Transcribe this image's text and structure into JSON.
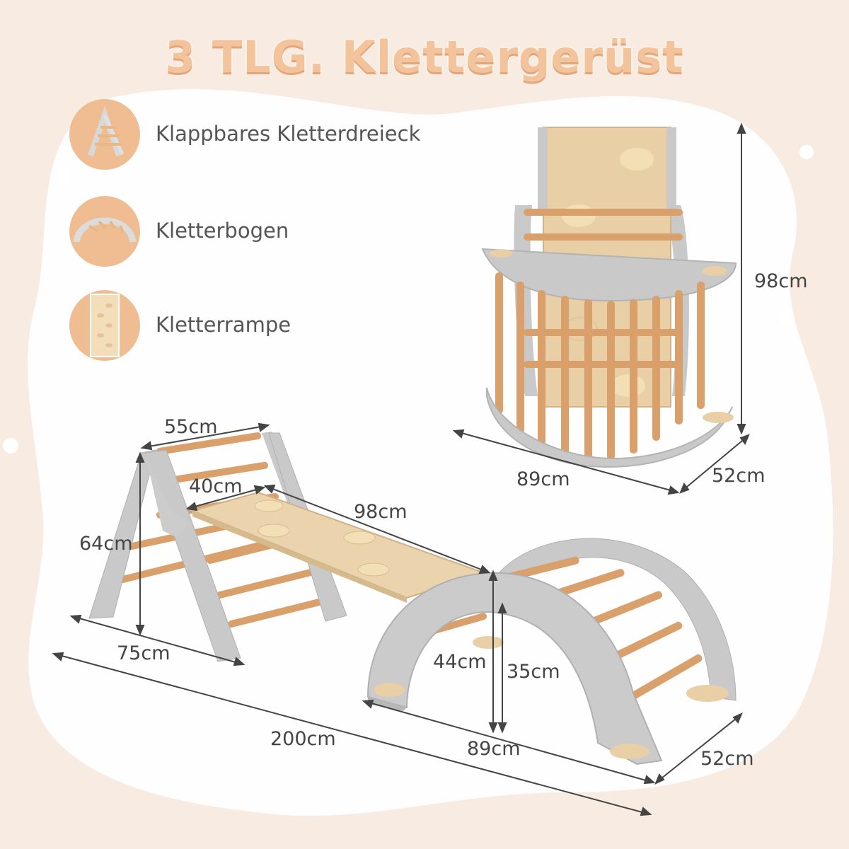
{
  "title": "3 TLG. Klettergerüst",
  "features": [
    {
      "icon": "climbing-triangle-icon",
      "label": "Klappbares Kletterdreieck"
    },
    {
      "icon": "climbing-arch-icon",
      "label": "Kletterbogen"
    },
    {
      "icon": "climbing-ramp-icon",
      "label": "Kletterrampe"
    }
  ],
  "dimensions": {
    "stacked_height": "98cm",
    "stacked_length": "89cm",
    "stacked_depth": "52cm",
    "triangle_width": "55cm",
    "triangle_inner": "40cm",
    "triangle_height": "64cm",
    "triangle_depth": "75cm",
    "ramp_length": "98cm",
    "arch_height": "44cm",
    "arch_inner_height": "35cm",
    "arch_length": "89cm",
    "arch_depth": "52cm",
    "total_length": "200cm"
  },
  "colors": {
    "background": "#f8ebe1",
    "blob": "#ffffff",
    "accent": "#f0bd93",
    "wood_frame": "#c9c9c9",
    "wood_rung": "#d9a06b",
    "plywood": "#ead3ad"
  }
}
